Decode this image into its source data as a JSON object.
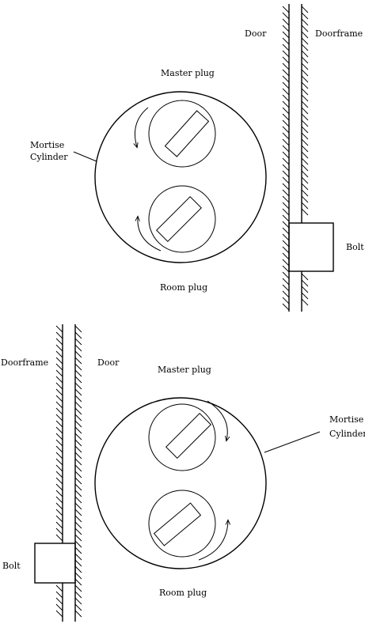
{
  "top_diagram": {
    "door_label": "Door",
    "doorframe_label": "Doorframe",
    "master_plug_label": "Master plug",
    "mortise_label_line1": "Mortise",
    "mortise_label_line2": "Cylinder",
    "room_plug_label": "Room plug",
    "bolt_label": "Bolt"
  },
  "bottom_diagram": {
    "doorframe_label": "Doorframe",
    "door_label": "Door",
    "master_plug_label": "Master plug",
    "mortise_label_line1": "Mortise",
    "mortise_label_line2": "Cylinder",
    "room_plug_label": "Room plug",
    "bolt_label": "Bolt"
  }
}
